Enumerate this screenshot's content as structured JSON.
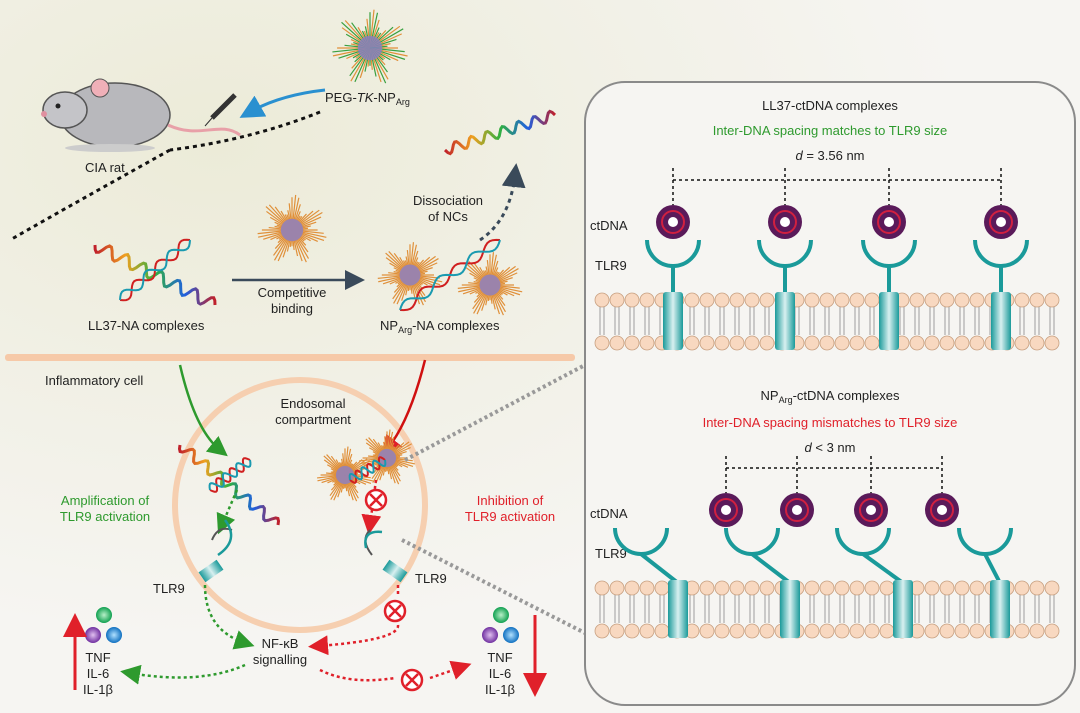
{
  "colors": {
    "green": "#2e9a2e",
    "red": "#e0202a",
    "teal": "#1a9a9a",
    "membrane": "#f6cfb0",
    "dna": "#5a1a5a"
  },
  "top_left": {
    "rat_label": "CIA rat",
    "nanoparticle_label_prefix": "PEG-",
    "nanoparticle_label_italic": "TK",
    "nanoparticle_label_mid": "-NP",
    "nanoparticle_label_sub": "Arg",
    "ll37_label": "LL37-NA complexes",
    "competitive_binding": [
      "Competitive",
      "binding"
    ],
    "np_label_prefix": "NP",
    "np_label_sub": "Arg",
    "np_label_suffix": "-NA complexes",
    "dissociation": [
      "Dissociation",
      "of NCs"
    ]
  },
  "bottom_left": {
    "inflammatory_cell": "Inflammatory cell",
    "endosomal": [
      "Endosomal",
      "compartment"
    ],
    "amplification": [
      "Amplification of",
      "TLR9 activation"
    ],
    "inhibition": [
      "Inhibition of",
      "TLR9 activation"
    ],
    "tlr9_left": "TLR9",
    "tlr9_right": "TLR9",
    "nfkb": [
      "NF-κB",
      "signalling"
    ],
    "cytokines_left": [
      "TNF",
      "IL-6",
      "IL-1β"
    ],
    "cytokines_right": [
      "TNF",
      "IL-6",
      "IL-1β"
    ]
  },
  "right_panel": {
    "top": {
      "title": "LL37-ctDNA complexes",
      "subtitle": "Inter-DNA spacing matches to TLR9 size",
      "d_italic": "d",
      "d_value": " = 3.56 nm",
      "ctdna": "ctDNA",
      "tlr9": "TLR9"
    },
    "bottom": {
      "title_prefix": "NP",
      "title_sub": "Arg",
      "title_suffix": "-ctDNA complexes",
      "subtitle": "Inter-DNA spacing mismatches to TLR9 size",
      "d_italic": "d",
      "d_value": " < 3 nm",
      "ctdna": "ctDNA",
      "tlr9": "TLR9"
    }
  }
}
